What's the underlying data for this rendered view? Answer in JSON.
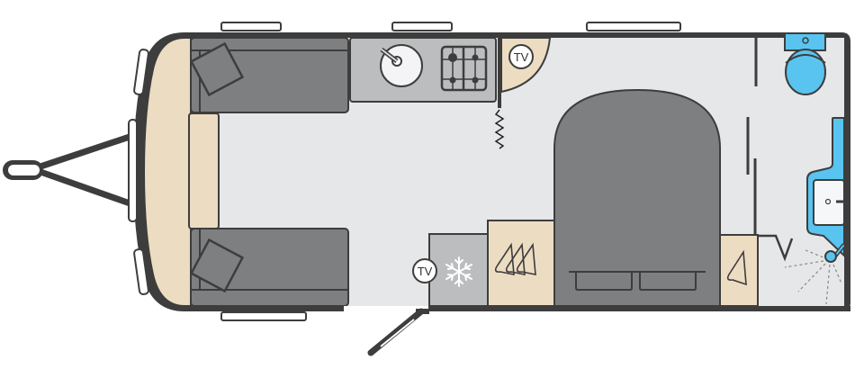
{
  "diagram": {
    "type": "caravan-floor-plan",
    "labels": {
      "tv_top": "TV",
      "tv_bottom": "TV"
    },
    "zones": [
      {
        "id": "front-lounge",
        "label": "Front lounge seating"
      },
      {
        "id": "kitchen",
        "label": "Kitchen with sink and hob"
      },
      {
        "id": "fridge",
        "label": "Fridge"
      },
      {
        "id": "wardrobe",
        "label": "Wardrobe"
      },
      {
        "id": "island-bed",
        "label": "Island bed"
      },
      {
        "id": "washroom",
        "label": "Washroom with toilet, basin and shower"
      },
      {
        "id": "entrance-door",
        "label": "Entrance door"
      },
      {
        "id": "a-frame",
        "label": "Tow hitch A-frame"
      }
    ],
    "colors": {
      "outline": "#3d3d3d",
      "floor": "#e6e7e9",
      "seating": "#7e7f81",
      "cabinet": "#bcbdbf",
      "wood": "#ecdcc2",
      "bathroom_fixture": "#59c4ef",
      "window": "#ffffff"
    }
  }
}
